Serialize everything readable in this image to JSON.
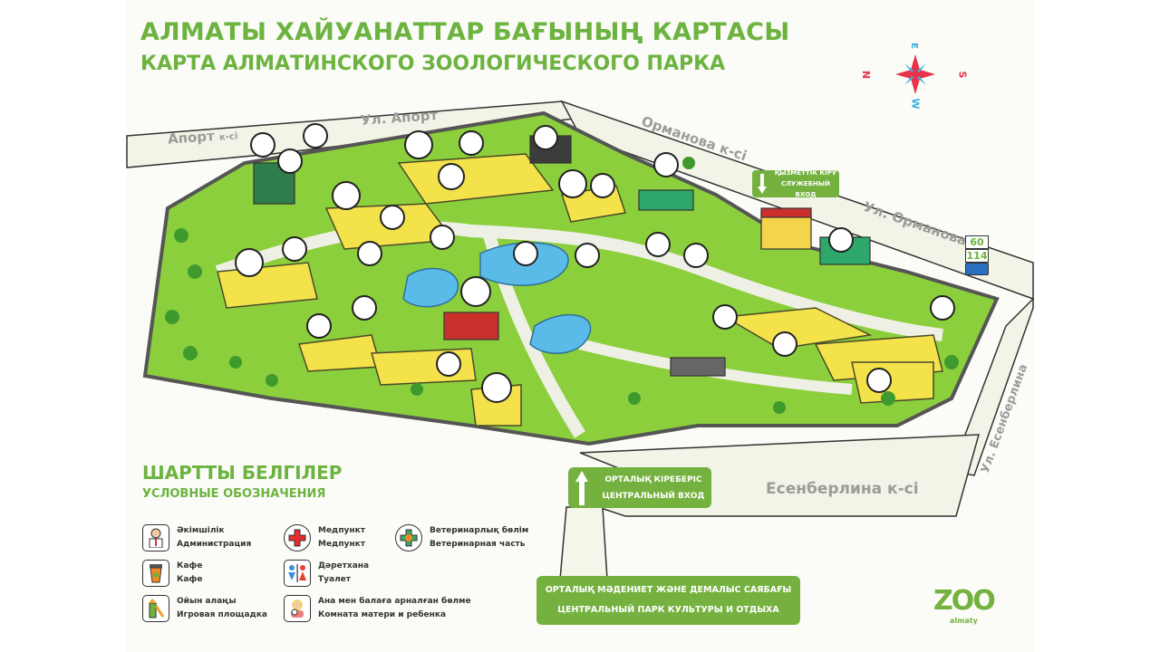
{
  "title": {
    "kazakh": "АЛМАТЫ ХАЙУАНАТТАР БАҒЫНЫҢ КАРТАСЫ",
    "russian": "КАРТА АЛМАТИНСКОГО ЗООЛОГИЧЕСКОГО ПАРКА"
  },
  "compass": {
    "n": "N",
    "s": "S",
    "e": "E",
    "w": "W",
    "colors": {
      "primary": "#e8334a",
      "secondary": "#3ab0e2"
    }
  },
  "streets": {
    "aport_kz": "Апорт",
    "aport_kz_suffix": "к-сі",
    "aport_ru": "Ул. Апорт",
    "ormanova_kz": "Орманова к-сі",
    "ormanova_ru": "Ул. Орманова",
    "esenberlina_ru": "Ул. Есенберлина",
    "esenberlina_kz": "Есенберлина к-сі"
  },
  "service_entrance": {
    "kz": "ҚЫЗМЕТТІК КІРУ",
    "ru": "СЛУЖЕБНЫЙ ВХОД"
  },
  "main_entrance": {
    "kz": "ОРТАЛЫҚ КІРЕБЕРІС",
    "ru": "ЦЕНТРАЛЬНЫЙ ВХОД"
  },
  "central_park": {
    "kz": "ОРТАЛЫҚ МӘДЕНИЕТ ЖӘНЕ ДЕМАЛЫС САЯБАҒЫ",
    "ru": "ЦЕНТРАЛЬНЫЙ ПАРК КУЛЬТУРЫ И ОТДЫХА"
  },
  "bus_routes": [
    "60",
    "114"
  ],
  "legend": {
    "title": "ШАРТТЫ БЕЛГІЛЕР",
    "subtitle": "УСЛОВНЫЕ ОБОЗНАЧЕНИЯ",
    "items": [
      {
        "kz": "Әкімшілік",
        "ru": "Администрация",
        "icon": "administration-icon"
      },
      {
        "kz": "Кафе",
        "ru": "Кафе",
        "icon": "cafe-icon"
      },
      {
        "kz": "Ойын алаңы",
        "ru": "Игровая площадка",
        "icon": "playground-icon"
      },
      {
        "kz": "Медпункт",
        "ru": "Медпункт",
        "icon": "medical-icon"
      },
      {
        "kz": "Дәретхана",
        "ru": "Туалет",
        "icon": "toilet-icon"
      },
      {
        "kz": "Ана мен балаға арналған бөлме",
        "ru": "Комната матери и ребенка",
        "icon": "mother-child-room-icon"
      },
      {
        "kz": "Ветеринарлық бөлім",
        "ru": "Ветеринарная часть",
        "icon": "veterinary-icon"
      }
    ]
  },
  "logo": {
    "text": "ZOO",
    "sub": "almaty"
  },
  "colors": {
    "brand_green": "#6cb33f",
    "park_green": "#8ccf3c",
    "enclosure_yellow": "#f4e24a",
    "water_blue": "#5bbbe8"
  }
}
